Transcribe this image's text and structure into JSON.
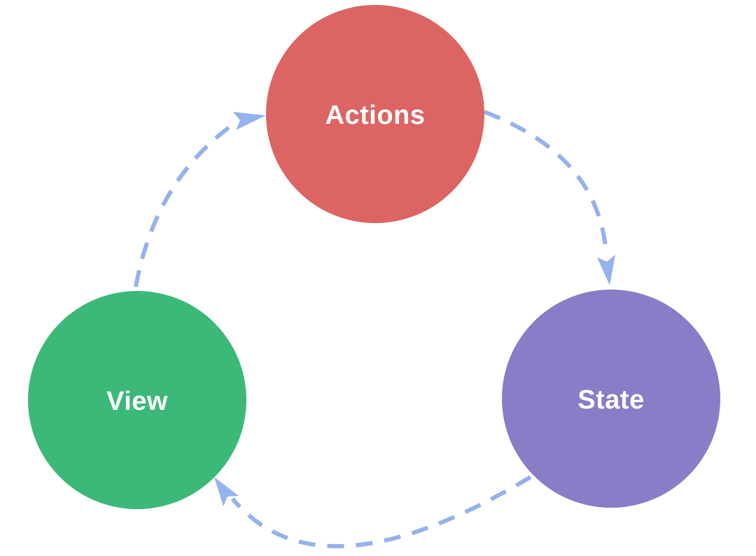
{
  "diagram": {
    "type": "cycle-flow-diagram"
  },
  "nodes": [
    {
      "id": "actions",
      "label": "Actions",
      "color": "#dc6462"
    },
    {
      "id": "view",
      "label": "View",
      "color": "#3cb878"
    },
    {
      "id": "state",
      "label": "State",
      "color": "#8a7cc6"
    }
  ],
  "edges": [
    {
      "from": "view",
      "to": "actions"
    },
    {
      "from": "actions",
      "to": "state"
    },
    {
      "from": "state",
      "to": "view"
    }
  ],
  "colors": {
    "arrow": "#94b2ec",
    "label_text": "#ffffff",
    "background": "#ffffff"
  }
}
